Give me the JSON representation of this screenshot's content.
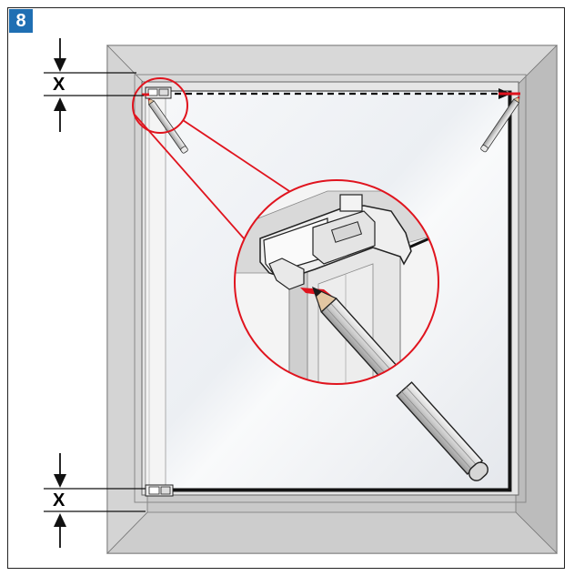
{
  "step": {
    "number": "8"
  },
  "dimensions": {
    "top_label": "X",
    "bottom_label": "X"
  },
  "colors": {
    "badge": "#1f6fb3",
    "marker": "#e0141e",
    "frame": "#c8c8c8",
    "frame_dark": "#a9a9a9",
    "glass": "#eef1f5"
  },
  "icons": {
    "pencil_left": "pencil-icon",
    "pencil_right": "pencil-icon",
    "pencil_zoom": "pencil-icon",
    "bracket": "mounting-bracket-icon"
  }
}
